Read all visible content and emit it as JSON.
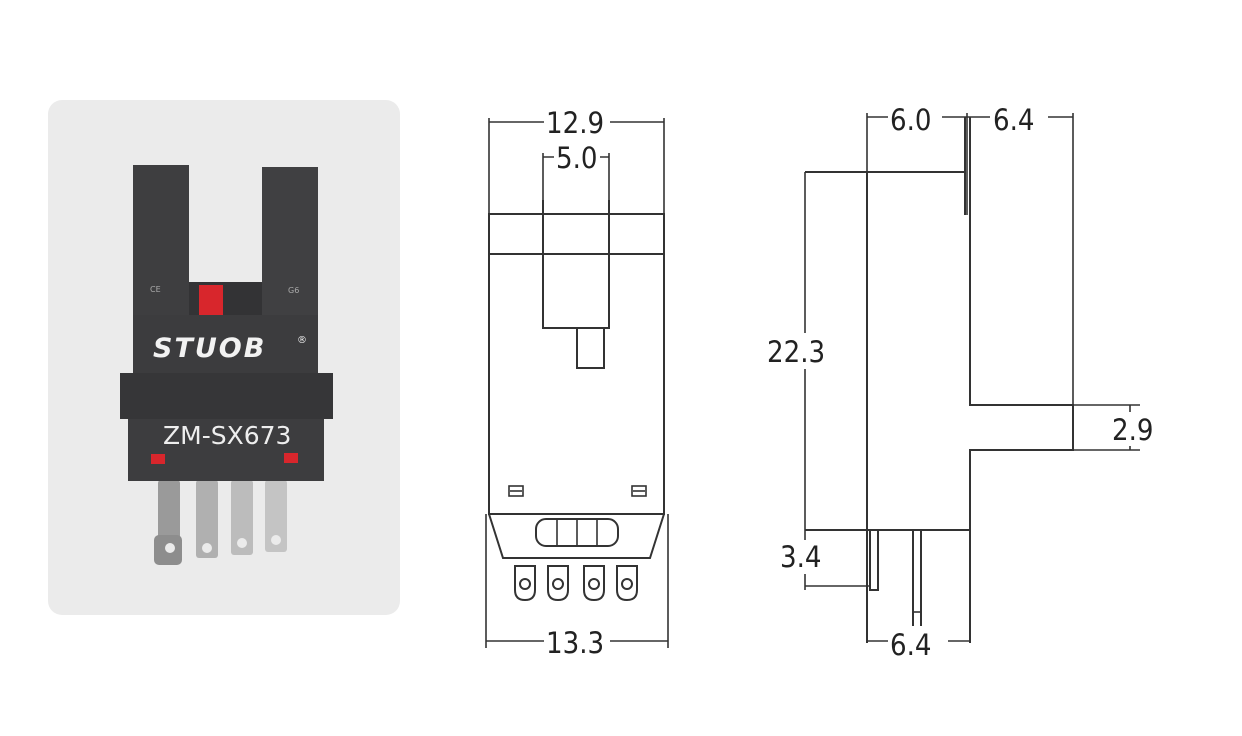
{
  "product": {
    "brand": "STUOB",
    "registered_mark": "®",
    "model": "ZM-SX673",
    "mark_left": "CE",
    "mark_right": "G6",
    "colors": {
      "body": "#3c3c3e",
      "accent": "#d8262c",
      "pins": "#b5b5b5",
      "card": "#ebebeb"
    }
  },
  "front_view": {
    "dim_top_width": "12.9",
    "dim_slot_width": "5.0",
    "dim_bottom_width": "13.3"
  },
  "side_view": {
    "dim_top_left": "6.0",
    "dim_top_right": "6.4",
    "dim_height": "22.3",
    "dim_slot_gap": "2.9",
    "dim_pin_length": "3.4",
    "dim_bottom_width": "6.4"
  }
}
